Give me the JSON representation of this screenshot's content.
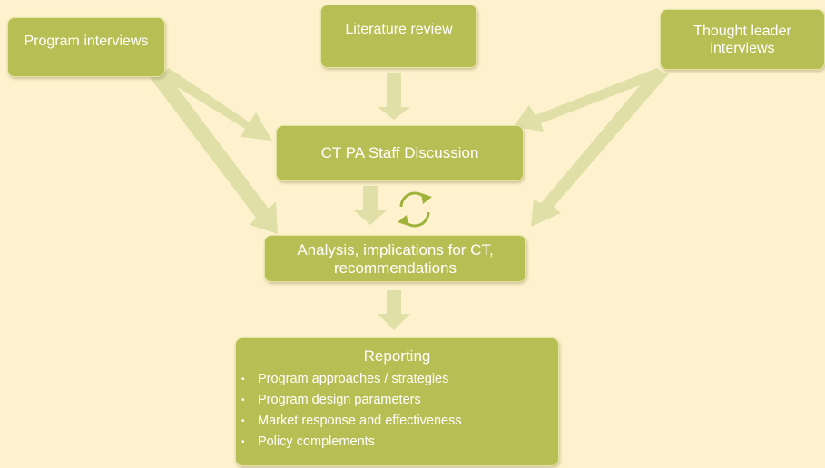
{
  "diagram": {
    "nodes": {
      "program_interviews": "Program interviews",
      "literature_review": "Literature review",
      "thought_leader_interviews": "Thought leader interviews",
      "staff_discussion": "CT PA Staff Discussion",
      "analysis": "Analysis, implications for CT, recommendations",
      "reporting": {
        "title": "Reporting",
        "bullets": [
          "Program approaches / strategies",
          "Program design parameters",
          "Market response and effectiveness",
          "Policy complements"
        ]
      }
    },
    "colors": {
      "background": "#fdf2cd",
      "box_fill": "#b7bf54",
      "arrow_fill": "#e0dfa8",
      "cycle_icon": "#9fb23a"
    }
  }
}
